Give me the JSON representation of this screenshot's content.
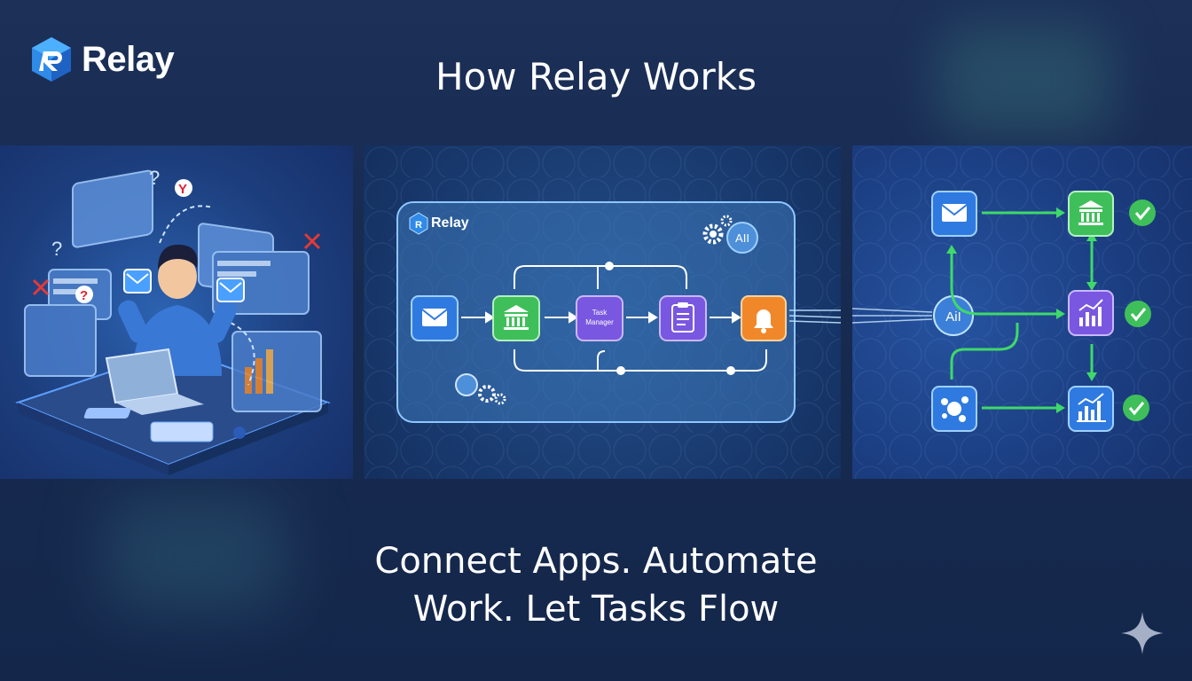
{
  "brand": {
    "name": "Relay",
    "icon": "relay-logo-icon"
  },
  "header": {
    "title": "How Relay Works"
  },
  "panels": {
    "chaos": {
      "icons": [
        "question-mark-icon",
        "red-x-icon",
        "email-icon"
      ]
    },
    "workflow": {
      "app_label": "Relay",
      "ai_badge": "AII",
      "task_node": "Task Manager",
      "task_node_line1": "Task",
      "task_node_line2": "Manager",
      "nodes": [
        "email-icon",
        "bank-icon",
        "task-manager-node",
        "clipboard-icon",
        "bell-icon"
      ]
    },
    "results": {
      "ai_badge": "AiI",
      "nodes": [
        "email-icon",
        "bank-icon",
        "chart-icon",
        "integration-icon",
        "bar-chart-icon"
      ],
      "status": [
        "check-icon",
        "check-icon",
        "check-icon"
      ]
    }
  },
  "tagline": {
    "line1": "Connect Apps. Automate",
    "line2": "Work. Let Tasks Flow"
  },
  "colors": {
    "accent_blue": "#2f7ae0",
    "green": "#3fbf5a",
    "purple": "#7a57e0",
    "orange": "#f0882a",
    "check": "#3fbf5a"
  }
}
